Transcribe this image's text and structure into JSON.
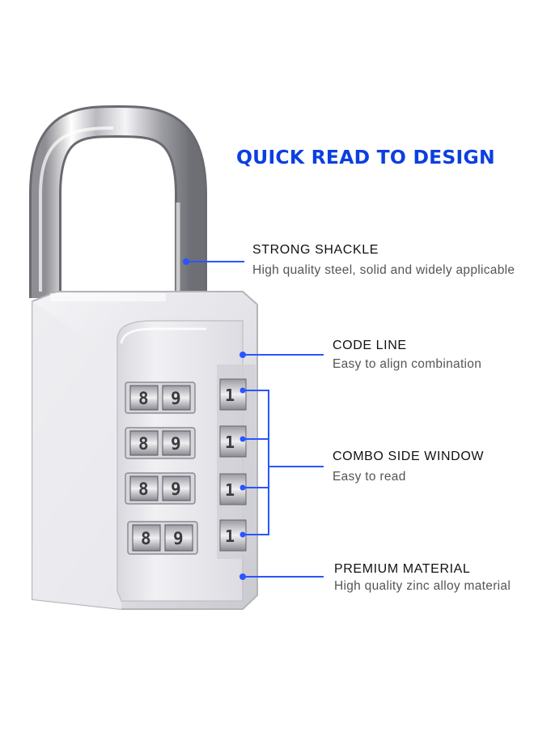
{
  "headline": "QUICK READ TO DESIGN",
  "features": {
    "shackle": {
      "title": "STRONG SHACKLE",
      "desc": "High quality steel, solid and widely applicable"
    },
    "code": {
      "title": "CODE LINE",
      "desc": "Easy to align combination"
    },
    "window": {
      "title": "COMBO SIDE WINDOW",
      "desc": "Easy to read"
    },
    "material": {
      "title": "PREMIUM MATERIAL",
      "desc": "High quality zinc alloy material"
    }
  },
  "dials": {
    "digit_a": "8",
    "digit_b": "9",
    "side_digit": "1"
  },
  "colors": {
    "accent_blue": "#0c3fe0",
    "callout_blue": "#2a55ff",
    "body_silver": "#e6e6ea"
  },
  "icons": {
    "product": "combination-padlock"
  }
}
